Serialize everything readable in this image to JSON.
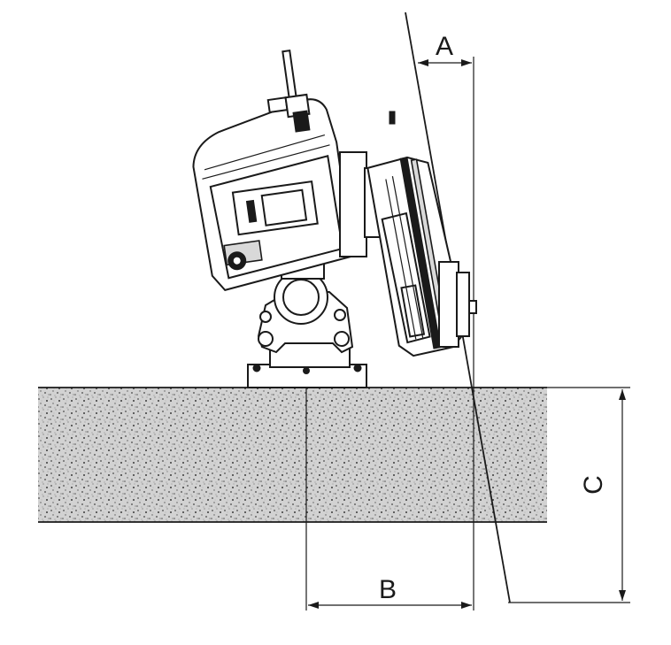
{
  "labels": {
    "dim_a": "A",
    "dim_b": "B",
    "dim_c": "C"
  },
  "colors": {
    "line": "#1a1a1a",
    "concrete": "#9a9a9a",
    "background": "#ffffff"
  }
}
